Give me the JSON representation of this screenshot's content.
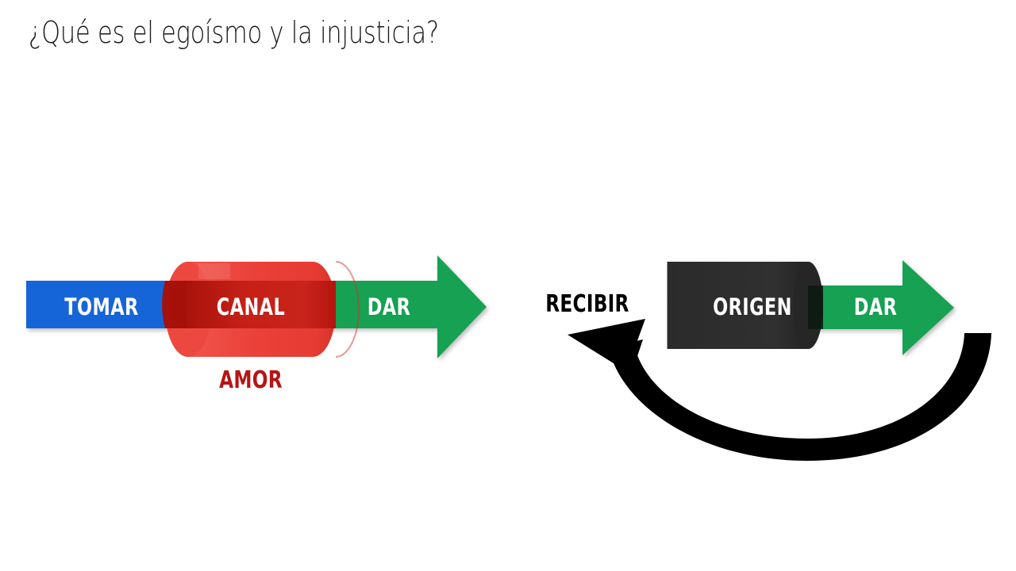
{
  "slide": {
    "background_color": "#FFFFFF",
    "title": "¿Qué es el egoísmo y la injusticia?"
  },
  "palette": {
    "blue": "#1565D8",
    "green": "#12A152",
    "red_light": "#EE4A43",
    "red_dark": "#C42018",
    "dark_red_text": "#B51515",
    "dark_gray": "#2E2E2E",
    "black": "#000000",
    "white": "#FFFFFF"
  },
  "diagrams": [
    {
      "id": "left",
      "name": "egoismo-flow",
      "segments": [
        {
          "key": "take",
          "label": "TOMAR",
          "color": "#1565D8",
          "shape": "bar"
        },
        {
          "key": "channel",
          "label": "CANAL",
          "color": "#C42018",
          "shape": "cylinder"
        },
        {
          "key": "give",
          "label": "DAR",
          "color": "#12A152",
          "shape": "arrow"
        }
      ],
      "caption": {
        "key": "love",
        "label": "AMOR",
        "color": "#B51515"
      }
    },
    {
      "id": "right",
      "name": "justicia-flow",
      "segments": [
        {
          "key": "receive",
          "label": "RECIBIR",
          "color": "#000000",
          "shape": "text"
        },
        {
          "key": "source",
          "label": "ORIGEN",
          "color": "#2E2E2E",
          "shape": "cylinder"
        },
        {
          "key": "give",
          "label": "DAR",
          "color": "#12A152",
          "shape": "arrow"
        }
      ],
      "loop": {
        "key": "return-loop",
        "color": "#000000",
        "direction": "right-to-left"
      }
    }
  ]
}
